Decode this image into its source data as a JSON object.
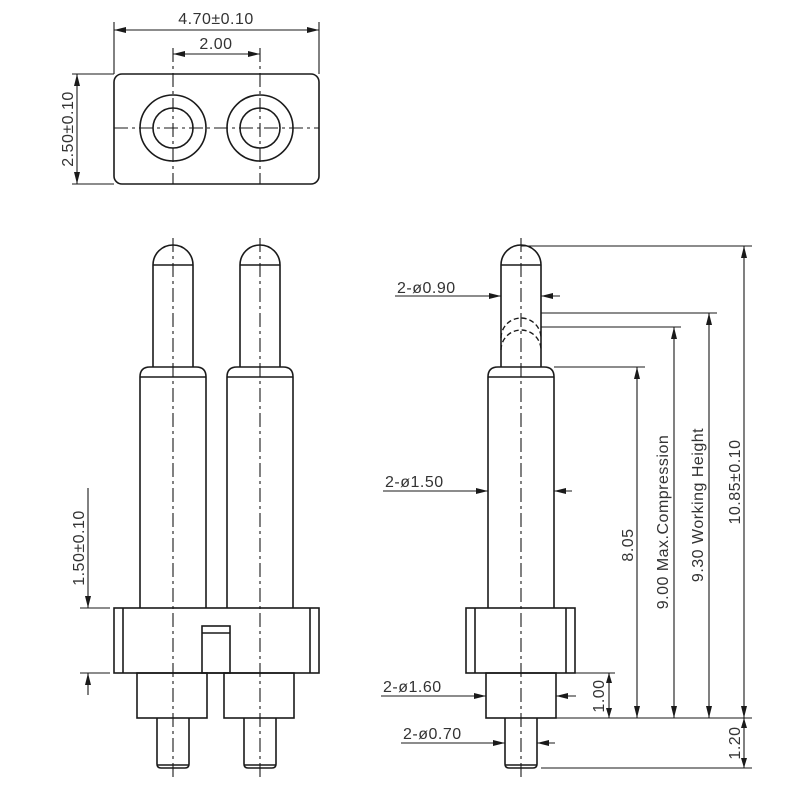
{
  "drawing": {
    "top_view": {
      "width_dim": "4.70±0.10",
      "pitch_dim": "2.00",
      "height_dim": "2.50±0.10"
    },
    "front_view": {
      "housing_height_dim": "1.50±0.10"
    },
    "side_view": {
      "plunger_diameter": "2-ø0.90",
      "barrel_diameter": "2-ø1.50",
      "tail_collar_diameter": "2-ø1.60",
      "tail_pin_diameter": "2-ø0.70",
      "barrel_height": "8.05",
      "max_compression": "9.00  Max.Compression",
      "working_height": "9.30  Working  Height",
      "total_height": "10.85±0.10",
      "collar_height": "1.00",
      "tail_length": "1.20"
    },
    "colors": {
      "line": "#1a1a1a",
      "text": "#333333",
      "background": "#ffffff"
    }
  }
}
